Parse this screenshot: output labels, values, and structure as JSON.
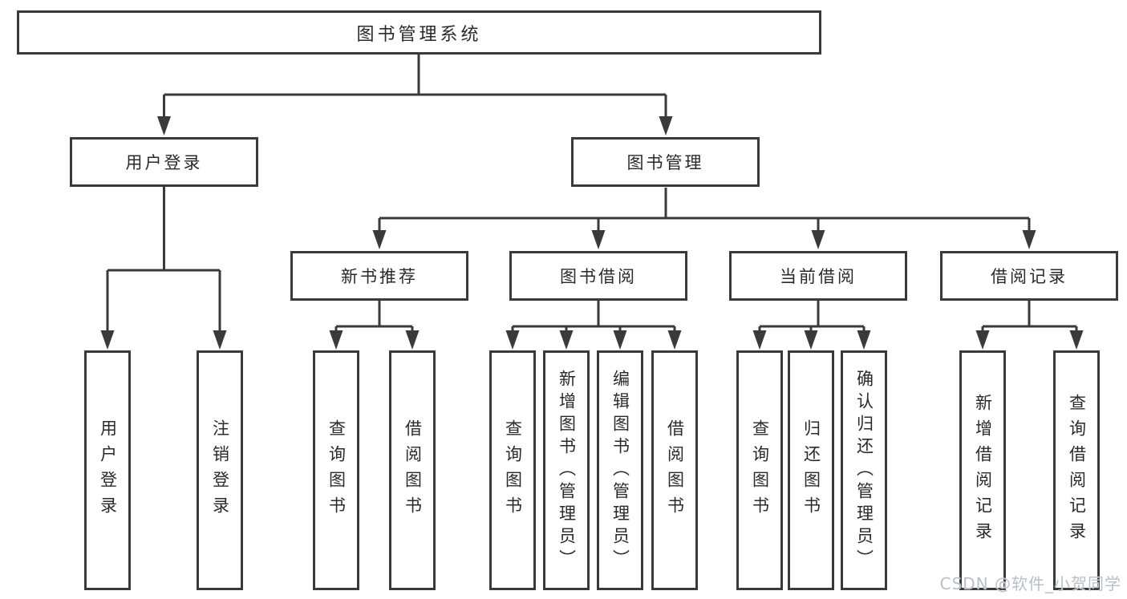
{
  "nodes": {
    "root": {
      "label": "图书管理系统"
    },
    "user_login": {
      "label": "用户登录"
    },
    "book_mgmt": {
      "label": "图书管理"
    },
    "new_book_rec": {
      "label": "新书推荐"
    },
    "book_borrow": {
      "label": "图书借阅"
    },
    "current_borrow": {
      "label": "当前借阅"
    },
    "borrow_records": {
      "label": "借阅记录"
    },
    "ul_user_login": {
      "label": "用户登录"
    },
    "ul_logout": {
      "label": "注销登录"
    },
    "nb_query_book": {
      "label": "查询图书"
    },
    "nb_borrow_book": {
      "label": "借阅图书"
    },
    "bb_query_book": {
      "label": "查询图书"
    },
    "bb_add_book": {
      "label": "新增图书（管理员）"
    },
    "bb_edit_book": {
      "label": "编辑图书（管理员）"
    },
    "bb_borrow_book": {
      "label": "借阅图书"
    },
    "cb_query_book": {
      "label": "查询图书"
    },
    "cb_return_book": {
      "label": "归还图书"
    },
    "cb_confirm_return": {
      "label": "确认归还（管理员）"
    },
    "br_add_record": {
      "label": "新增借阅记录"
    },
    "br_query_record": {
      "label": "查询借阅记录"
    }
  },
  "watermark": {
    "text": "CSDN @软件_小贺同学",
    "color": "#b9bfc7"
  },
  "colors": {
    "line": "#3a3a3a",
    "border": "#3a3a3a",
    "text": "#2a2a2a",
    "background": "#ffffff"
  }
}
